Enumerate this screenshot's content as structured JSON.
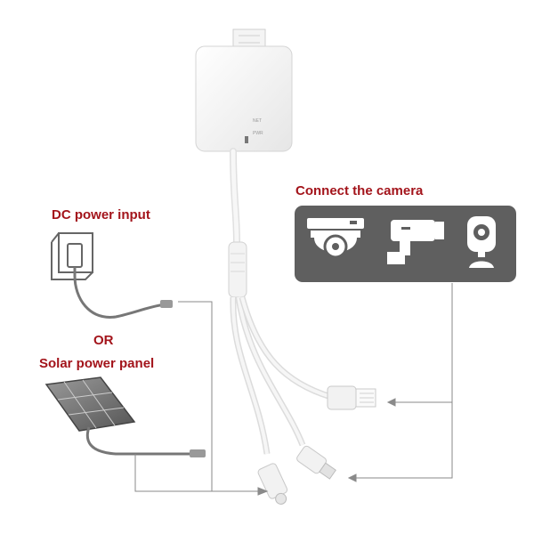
{
  "labels": {
    "connect_camera": "Connect the camera",
    "dc_power_input": "DC power input",
    "or": "OR",
    "solar_power_panel": "Solar power panel"
  },
  "device": {
    "led_top": "NET",
    "led_bottom": "PWR"
  },
  "icons": {
    "cameras": [
      "dome-camera-icon",
      "bullet-camera-icon",
      "indoor-camera-icon"
    ],
    "power_sources": [
      "wall-outlet-icon",
      "solar-panel-icon"
    ]
  },
  "colors": {
    "label_red": "#a3141b",
    "panel_gray": "#5f5f5f",
    "cable_white": "#f2f2f2",
    "guide_line": "#8a8a8a"
  }
}
